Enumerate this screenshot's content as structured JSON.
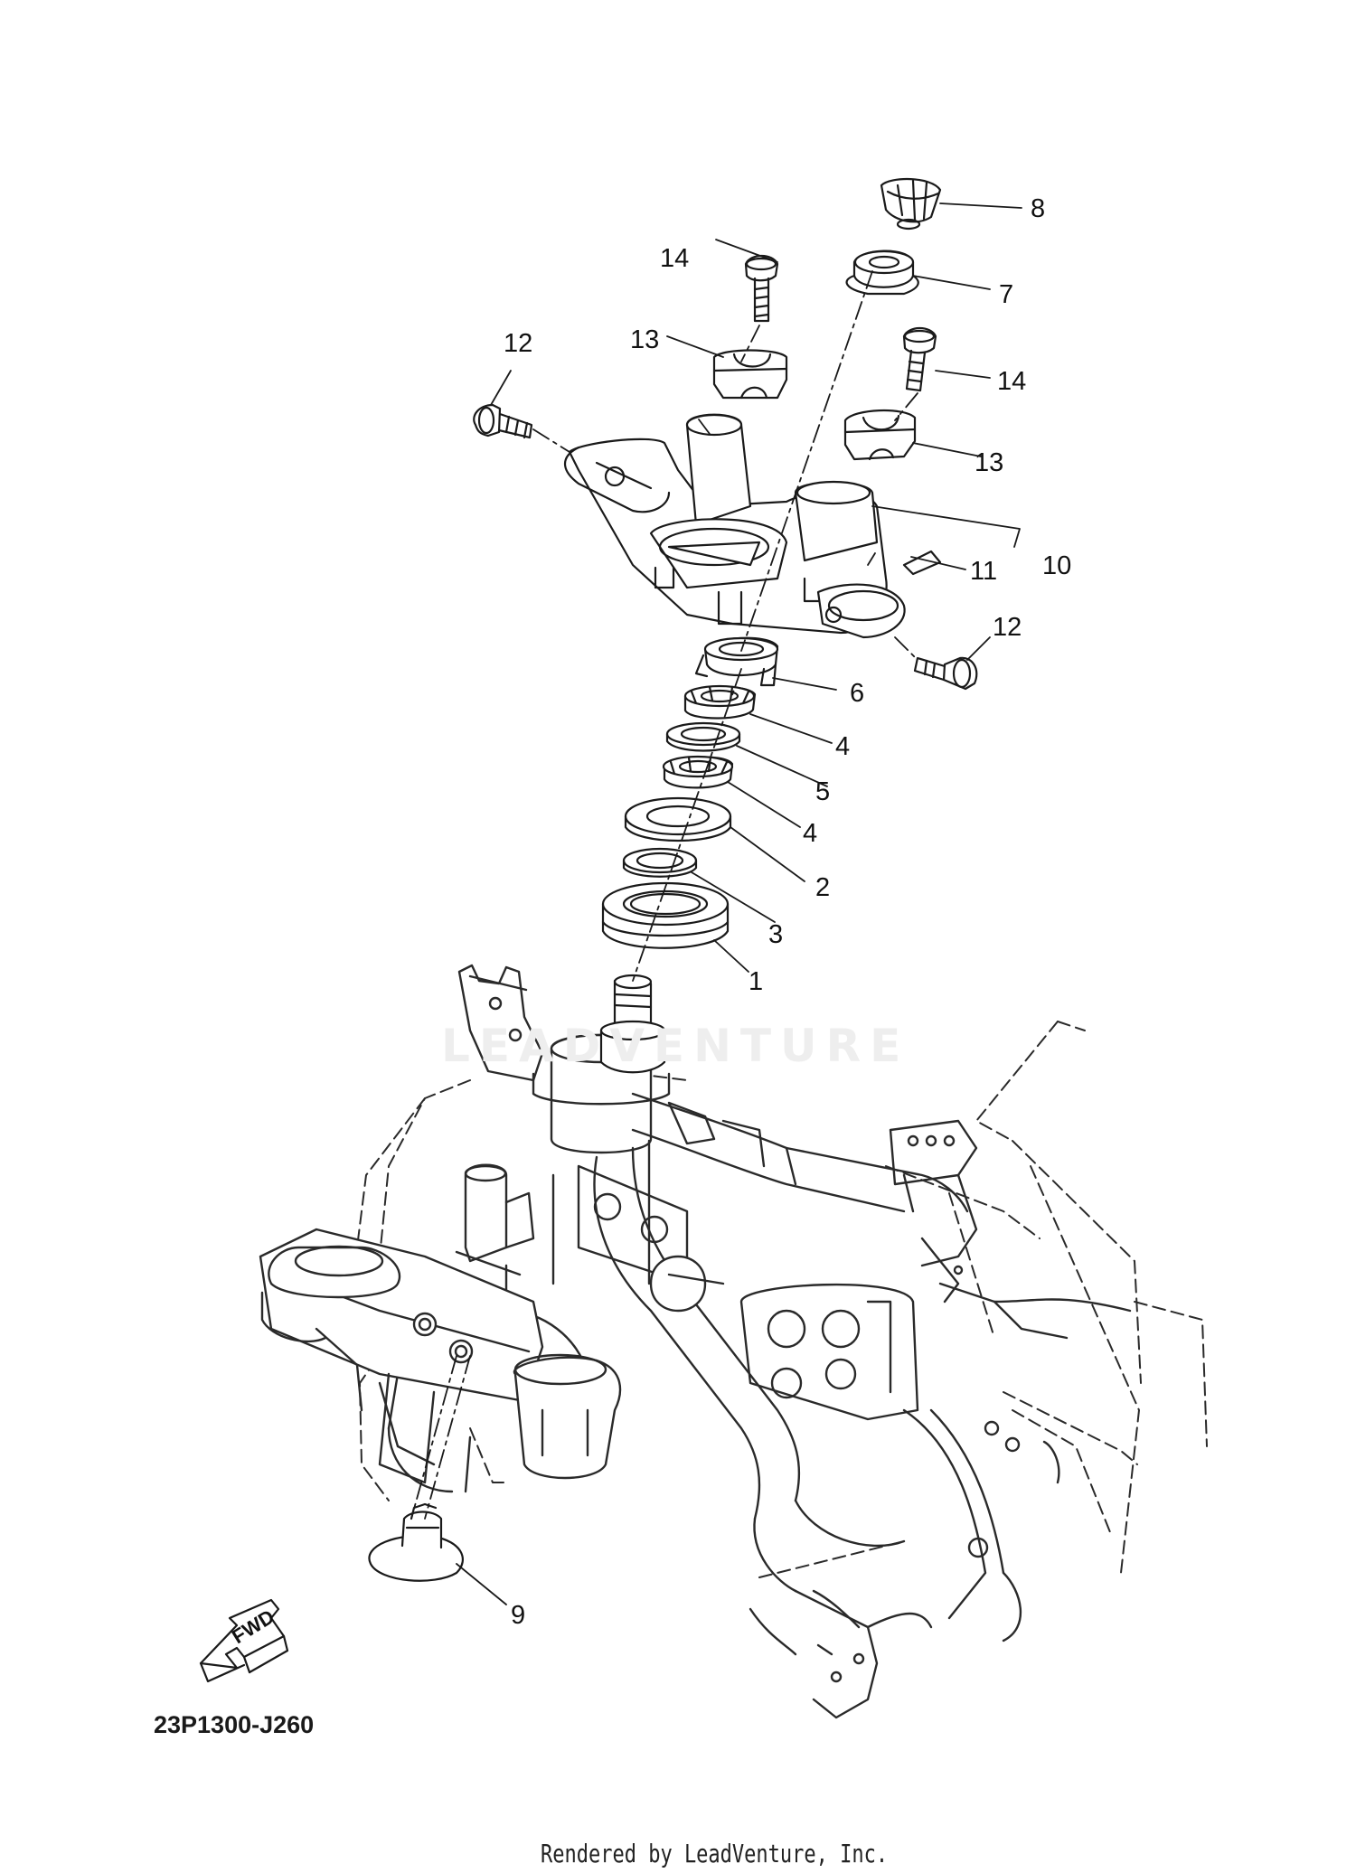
{
  "watermark": "LEADVENTURE",
  "diagram_code": "23P1300-J260",
  "footer": "Rendered by LeadVenture, Inc.",
  "fwd_label": "FWD",
  "callouts": {
    "c1": "1",
    "c2": "2",
    "c3": "3",
    "c4a": "4",
    "c4b": "4",
    "c5": "5",
    "c6": "6",
    "c7": "7",
    "c8": "8",
    "c9": "9",
    "c10": "10",
    "c11": "11",
    "c12a": "12",
    "c12b": "12",
    "c13a": "13",
    "c13b": "13",
    "c14a": "14",
    "c14b": "14"
  },
  "colors": {
    "line": "#1a1a1a",
    "part_fill": "#ffffff",
    "frame_line": "#2a2a2a",
    "watermark": "#eeeeee"
  }
}
